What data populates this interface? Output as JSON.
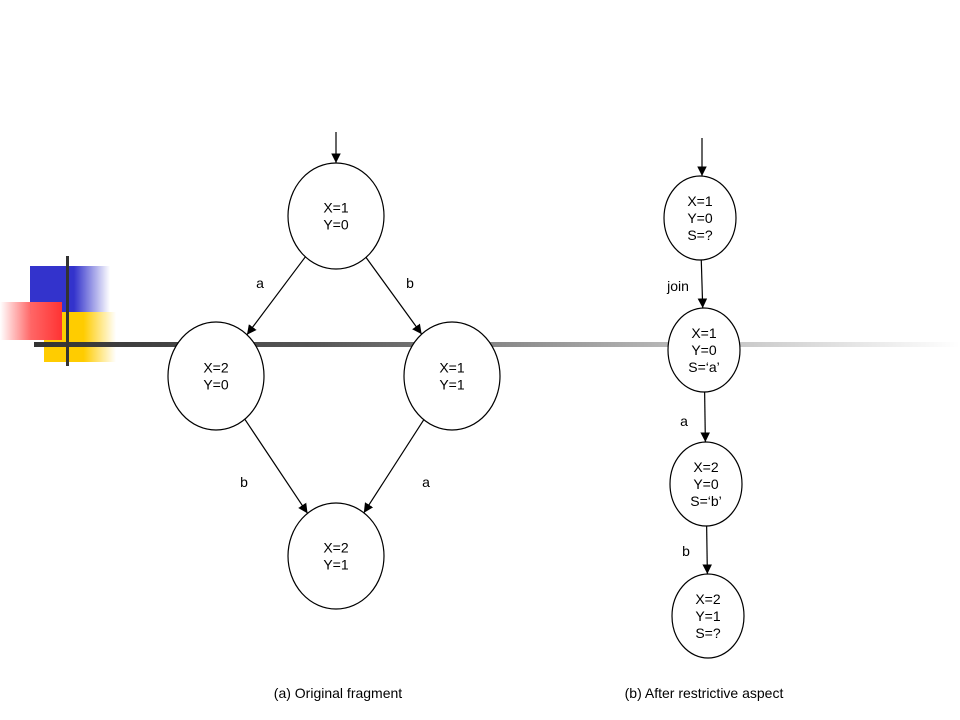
{
  "diagrams": [
    {
      "caption": "(a) Original fragment",
      "nodes": [
        {
          "id": "a_top",
          "lines": [
            "X=1",
            "Y=0"
          ]
        },
        {
          "id": "a_left",
          "lines": [
            "X=2",
            "Y=0"
          ]
        },
        {
          "id": "a_right",
          "lines": [
            "X=1",
            "Y=1"
          ]
        },
        {
          "id": "a_bottom",
          "lines": [
            "X=2",
            "Y=1"
          ]
        }
      ],
      "edges": [
        {
          "from": "a_top",
          "to": "a_left",
          "label": "a"
        },
        {
          "from": "a_top",
          "to": "a_right",
          "label": "b"
        },
        {
          "from": "a_left",
          "to": "a_bottom",
          "label": "b"
        },
        {
          "from": "a_right",
          "to": "a_bottom",
          "label": "a"
        }
      ]
    },
    {
      "caption": "(b) After restrictive aspect",
      "nodes": [
        {
          "id": "b_1",
          "lines": [
            "X=1",
            "Y=0",
            "S=?"
          ]
        },
        {
          "id": "b_2",
          "lines": [
            "X=1",
            "Y=0",
            "S=‘a’"
          ]
        },
        {
          "id": "b_3",
          "lines": [
            "X=2",
            "Y=0",
            "S=‘b’"
          ]
        },
        {
          "id": "b_4",
          "lines": [
            "X=2",
            "Y=1",
            "S=?"
          ]
        }
      ],
      "edges": [
        {
          "from": "b_1",
          "to": "b_2",
          "label": "join"
        },
        {
          "from": "b_2",
          "to": "b_3",
          "label": "a"
        },
        {
          "from": "b_3",
          "to": "b_4",
          "label": "b"
        }
      ]
    }
  ],
  "colors": {
    "deco_blue": "#3333cc",
    "deco_yellow": "#ffcc00",
    "deco_red": "#ff3333",
    "stroke": "#000000"
  }
}
